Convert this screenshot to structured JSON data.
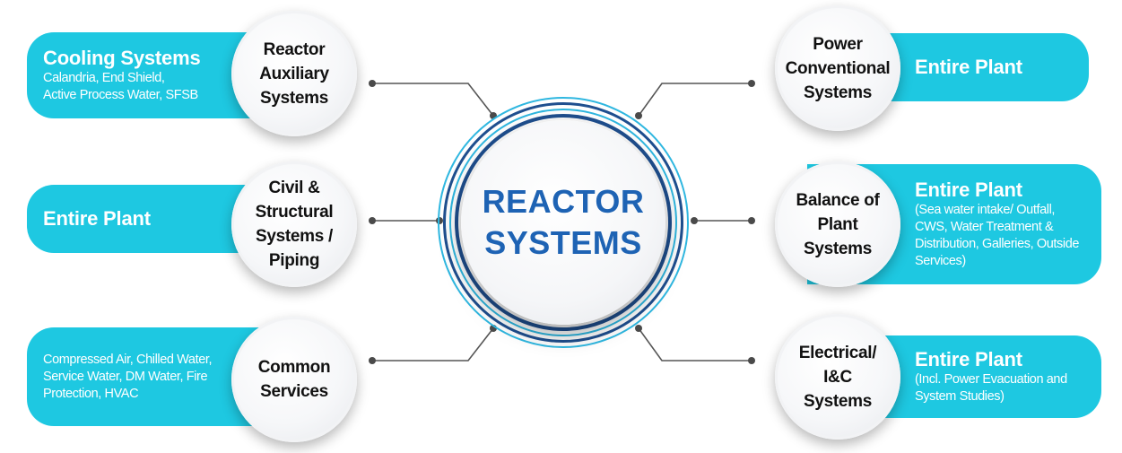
{
  "center": {
    "title": "REACTOR\nSYSTEMS"
  },
  "nodes": [
    {
      "id": "reactor-auxiliary",
      "label": "Reactor\nAuxiliary\nSystems",
      "pill_title": "Cooling Systems",
      "pill_desc": "Calandria, End Shield,\nActive Process Water, SFSB"
    },
    {
      "id": "civil-structural",
      "label": "Civil &\nStructural\nSystems /\nPiping",
      "pill_title": "Entire Plant",
      "pill_desc": ""
    },
    {
      "id": "common-services",
      "label": "Common\nServices",
      "pill_title": "",
      "pill_desc": "Compressed Air, Chilled Water,\nService Water, DM Water, Fire\nProtection, HVAC"
    },
    {
      "id": "power-conventional",
      "label": "Power\nConventional\nSystems",
      "pill_title": "Entire Plant",
      "pill_desc": ""
    },
    {
      "id": "balance-of-plant",
      "label": "Balance of\nPlant\nSystems",
      "pill_title": "Entire Plant",
      "pill_desc": "(Sea water intake/ Outfall,\nCWS, Water Treatment &\nDistribution, Galleries, Outside\nServices)"
    },
    {
      "id": "electrical-ic",
      "label": "Electrical/\nI&C\nSystems",
      "pill_title": "Entire Plant",
      "pill_desc": "(Incl. Power Evacuation and\nSystem Studies)"
    }
  ],
  "colors": {
    "accent": "#1ec8e1",
    "center_text": "#1e63b4",
    "ring_dark": "#1f4f8f",
    "ring_light": "#2fb7e0",
    "connector": "#555555"
  }
}
